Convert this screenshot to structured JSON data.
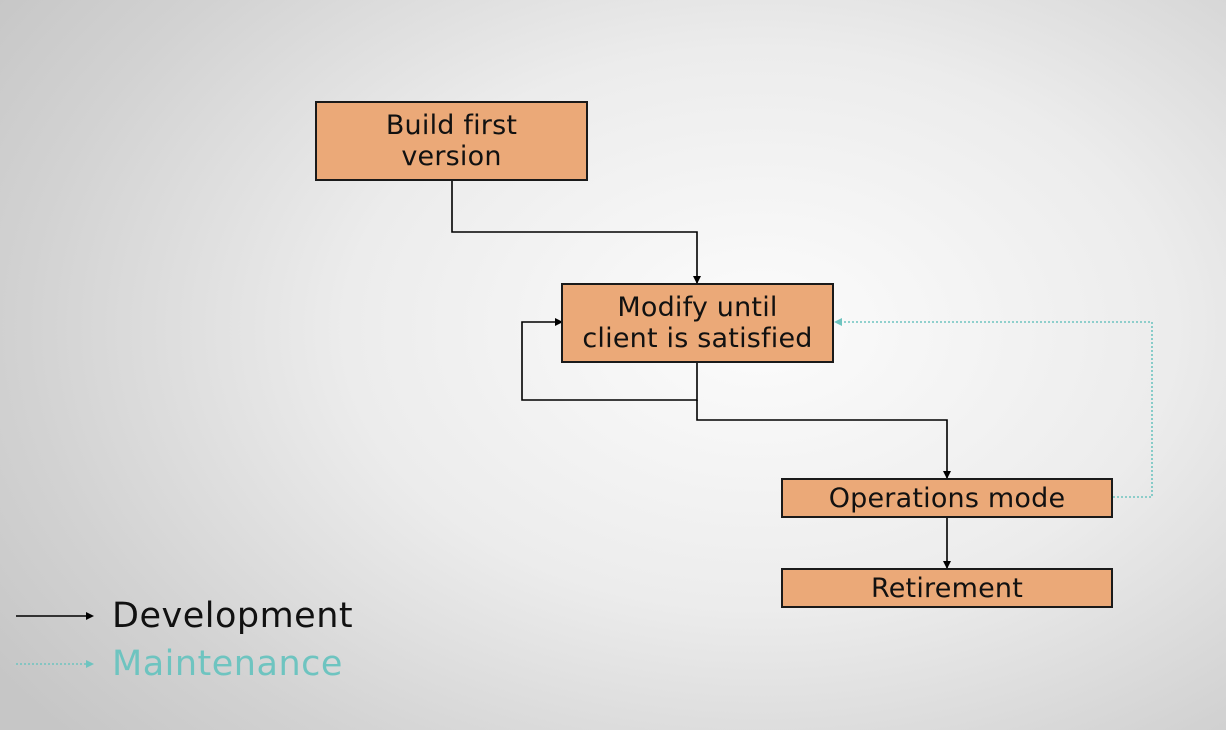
{
  "colors": {
    "box_fill": "#eba978",
    "development_line": "#000000",
    "maintenance_line": "#6ec4c0"
  },
  "nodes": {
    "build": "Build first\nversion",
    "modify": "Modify until\nclient is satisfied",
    "operations": "Operations mode",
    "retirement": "Retirement"
  },
  "legend": {
    "development": "Development",
    "maintenance": "Maintenance"
  }
}
